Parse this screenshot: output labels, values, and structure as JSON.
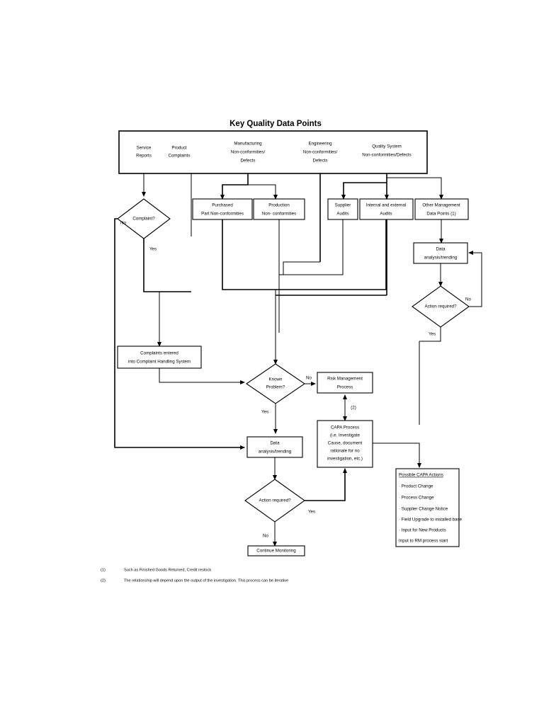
{
  "diagram": {
    "title": "Key Quality Data Points",
    "sources": [
      {
        "id": "service-reports",
        "lines": [
          "Service",
          "Reports"
        ]
      },
      {
        "id": "product-complaints",
        "lines": [
          "Product",
          "Complaints"
        ]
      },
      {
        "id": "manufacturing-nc",
        "lines": [
          "Manufacturing",
          "Non-conformities/",
          "Defects"
        ]
      },
      {
        "id": "engineering-nc",
        "lines": [
          "Engineering",
          "Non-conformities/",
          "Defects"
        ]
      },
      {
        "id": "quality-system-nc",
        "lines": [
          "Quality System",
          "Non-conformities/Defects"
        ]
      }
    ],
    "boxes": [
      {
        "id": "purchased-part-nc",
        "lines": [
          "Purchased",
          "Part Non-conformities"
        ]
      },
      {
        "id": "production-nc",
        "lines": [
          "Production",
          "Non- conformities"
        ]
      },
      {
        "id": "supplier-audits",
        "lines": [
          "Supplier",
          "Audits"
        ]
      },
      {
        "id": "internal-external-audits",
        "lines": [
          "Internal and external",
          "Audits"
        ]
      },
      {
        "id": "other-management-data",
        "lines": [
          "Other Management",
          "Data Points (1)"
        ]
      },
      {
        "id": "data-analysis-right",
        "lines": [
          "Data",
          "analysis/trending"
        ]
      },
      {
        "id": "complaints-entered",
        "lines": [
          "Complaints entered",
          "into Complaint Handling System"
        ]
      },
      {
        "id": "risk-management-process",
        "lines": [
          "Risk Management",
          "Process"
        ]
      },
      {
        "id": "data-analysis-center",
        "lines": [
          "Data",
          "analysis/trending"
        ]
      },
      {
        "id": "capa-process",
        "lines": [
          "CAPA Process",
          "(i.e. Investigate",
          "Cause, document",
          "rationale for no",
          "investigation, etc.)"
        ]
      },
      {
        "id": "continue-monitoring",
        "lines": [
          "Continue Monitoring"
        ]
      }
    ],
    "decisions": [
      {
        "id": "complaint-decision",
        "label": "Complaint?",
        "branch_no": "No",
        "branch_yes": "Yes"
      },
      {
        "id": "action-required-right",
        "label": "Action required?",
        "branch_no": "No",
        "branch_yes": "Yes"
      },
      {
        "id": "known-problem-decision",
        "label": "Known",
        "label2": "Problem?",
        "branch_no": "No",
        "branch_yes": "Yes"
      },
      {
        "id": "action-required-center",
        "label": "Action required?",
        "branch_no": "No",
        "branch_yes": "Yes"
      }
    ],
    "capa_actions": {
      "heading": "Possible CAPA Actions",
      "items": [
        "· Product Change",
        "· Process Change",
        "· Supplier Change Notice",
        "· Field Upgrade to installed base",
        "· Input for New Products",
        "·Input to RM process start"
      ]
    },
    "connector_labels": {
      "capa_link": "(2)"
    },
    "footnotes": [
      {
        "marker": "(1)",
        "text": "Such as Finished Goods Returned, Credit restock"
      },
      {
        "marker": "(2)",
        "text": "The relationship will depend upon the output of the investigation. This process can be iterative"
      }
    ],
    "colors": {
      "stroke": "#000000",
      "fill": "#ffffff",
      "background": "#ffffff"
    }
  }
}
